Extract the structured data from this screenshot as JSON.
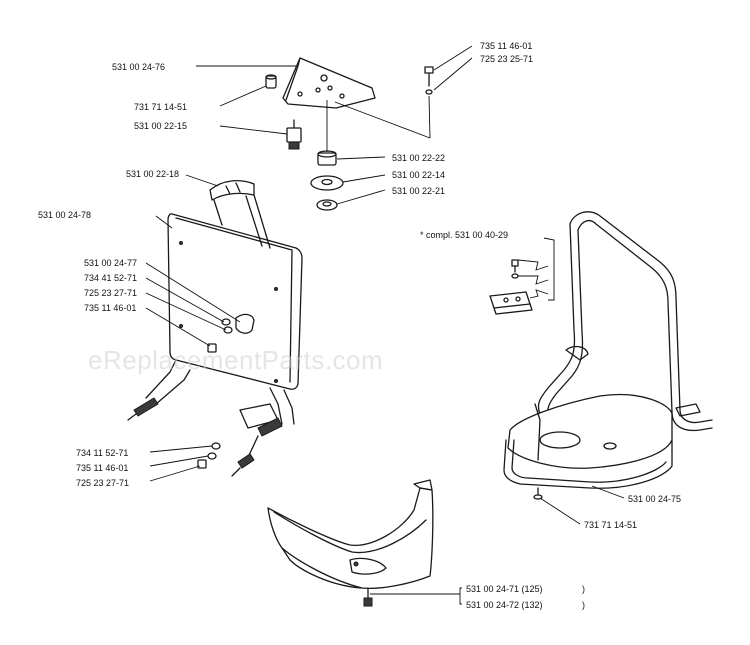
{
  "watermark": "eReplacementParts.com",
  "kit_note": "*  compl. 531 00 40-29",
  "labels": {
    "p1": "531 00 24-76",
    "p2": "731 71 14-51",
    "p3": "531 00 22-15",
    "p4": "735 11 46-01",
    "p5": "725 23 25-71",
    "p6": "531 00 22-22",
    "p7": "531 00 22-14",
    "p8": "531 00 22-21",
    "p9": "531 00 22-18",
    "p10": "531 00 24-78",
    "p11": "531 00 24-77",
    "p12": "734 41 52-71",
    "p13": "725 23 27-71",
    "p14": "735 11 46-01",
    "p15": "734 11 52-71",
    "p16": "735 11 46-01",
    "p17": "725 23 27-71",
    "p18": "531 00 24-75",
    "p19": "731 71 14-51",
    "p20": "531 00 24-71 (125)",
    "p21": "531 00 24-72 (132)"
  }
}
